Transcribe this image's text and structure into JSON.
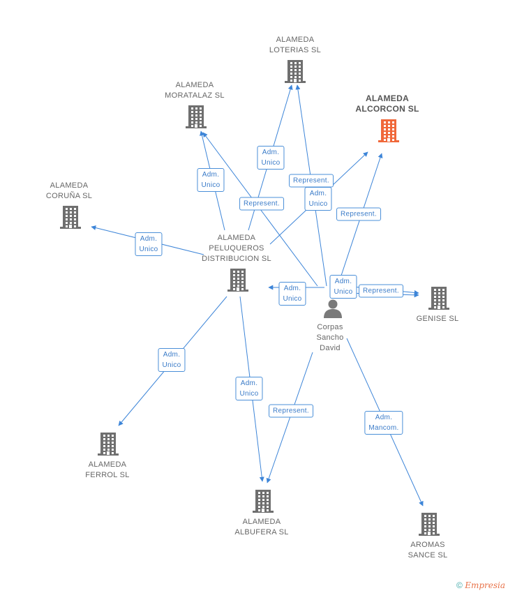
{
  "nodes": {
    "loterias": {
      "label": "ALAMEDA\nLOTERIAS SL",
      "kind": "company"
    },
    "moratalaz": {
      "label": "ALAMEDA\nMORATALAZ SL",
      "kind": "company"
    },
    "alcorcon": {
      "label": "ALAMEDA\nALCORCON SL",
      "kind": "company",
      "focus": true
    },
    "coruna": {
      "label": "ALAMEDA\nCORUÑA SL",
      "kind": "company"
    },
    "peluqueros": {
      "label": "ALAMEDA\nPELUQUEROS\nDISTRIBUCION SL",
      "kind": "company"
    },
    "genise": {
      "label": "GENISE SL",
      "kind": "company"
    },
    "corpas": {
      "label": "Corpas\nSancho\nDavid",
      "kind": "person"
    },
    "ferrol": {
      "label": "ALAMEDA\nFERROL SL",
      "kind": "company"
    },
    "albufera": {
      "label": "ALAMEDA\nALBUFERA SL",
      "kind": "company"
    },
    "aromas": {
      "label": "AROMAS\nSANCE  SL",
      "kind": "company"
    }
  },
  "edge_labels": {
    "adm_unico": "Adm.\nUnico",
    "represent": "Represent.",
    "adm_mancom": "Adm.\nMancom."
  },
  "edges": [
    {
      "from": "peluqueros",
      "to": "loterias",
      "label": "adm_unico"
    },
    {
      "from": "peluqueros",
      "to": "moratalaz",
      "label": "adm_unico"
    },
    {
      "from": "peluqueros",
      "to": "coruna",
      "label": "adm_unico"
    },
    {
      "from": "peluqueros",
      "to": "ferrol",
      "label": "adm_unico"
    },
    {
      "from": "peluqueros",
      "to": "albufera",
      "label": "adm_unico"
    },
    {
      "from": "peluqueros",
      "to": "alcorcon",
      "label": "represent"
    },
    {
      "from": "corpas",
      "to": "loterias",
      "label": "adm_unico"
    },
    {
      "from": "corpas",
      "to": "moratalaz",
      "label": "represent"
    },
    {
      "from": "corpas",
      "to": "alcorcon",
      "label": "represent"
    },
    {
      "from": "corpas",
      "to": "peluqueros",
      "label": "adm_unico"
    },
    {
      "from": "corpas",
      "to": "genise",
      "label": "represent"
    },
    {
      "from": "corpas",
      "to": "genise",
      "label": "adm_unico"
    },
    {
      "from": "corpas",
      "to": "albufera",
      "label": "represent"
    },
    {
      "from": "corpas",
      "to": "aromas",
      "label": "adm_mancom"
    }
  ],
  "colors": {
    "edge": "#3d85d8",
    "company_icon": "#6f6f6f",
    "focus_icon": "#f0683a",
    "person_icon": "#7a7a7a"
  },
  "footer": {
    "copyright": "©",
    "brand": "Empresia"
  }
}
